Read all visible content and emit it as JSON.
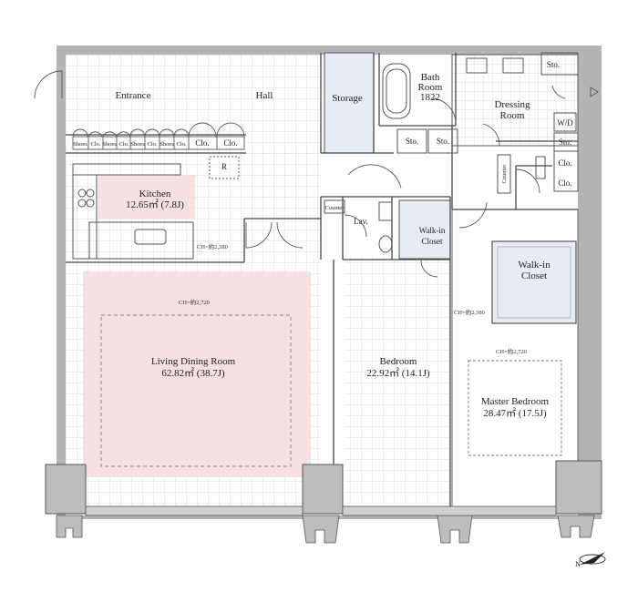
{
  "rooms": {
    "entrance": "Entrance",
    "hall": "Hall",
    "storage": "Storage",
    "bath_line1": "Bath",
    "bath_line2": "Room",
    "bath_line3": "1822",
    "dressing_line1": "Dressing",
    "dressing_line2": "Room",
    "kitchen_name": "Kitchen",
    "kitchen_area": "12.65㎡ (7.8J)",
    "living_name": "Living Dining Room",
    "living_area": "62.82㎡ (38.7J)",
    "bedroom_name": "Bedroom",
    "bedroom_area": "22.92㎡ (14.1J)",
    "master_name": "Master Bedroom",
    "master_area": "28.47㎡ (17.5J)",
    "walkin1_line1": "Walk-in",
    "walkin1_line2": "Closet",
    "walkin2_line1": "Walk-in",
    "walkin2_line2": "Closet",
    "lav": "Lav.",
    "counter": "Counter",
    "counter_v": "Counter"
  },
  "fixtures": {
    "shoes": "Shoes",
    "clo_short": "Clo.",
    "clo": "Clo.",
    "sto": "Sto.",
    "wd": "W/D",
    "refrigerator": "R"
  },
  "ceiling": {
    "ch_2380_a": "CH=約2,380",
    "ch_2720_a": "CH=約2,720",
    "ch_2380_b": "CH=約2,380",
    "ch_2720_b": "CH=約2,720"
  },
  "compass": "N",
  "colors": {
    "wall": "#a3a3a3",
    "grid": "#d6d6d6",
    "living_highlight": "#f6dadd",
    "storage_fill": "#e6ecf4",
    "line": "#444444"
  }
}
